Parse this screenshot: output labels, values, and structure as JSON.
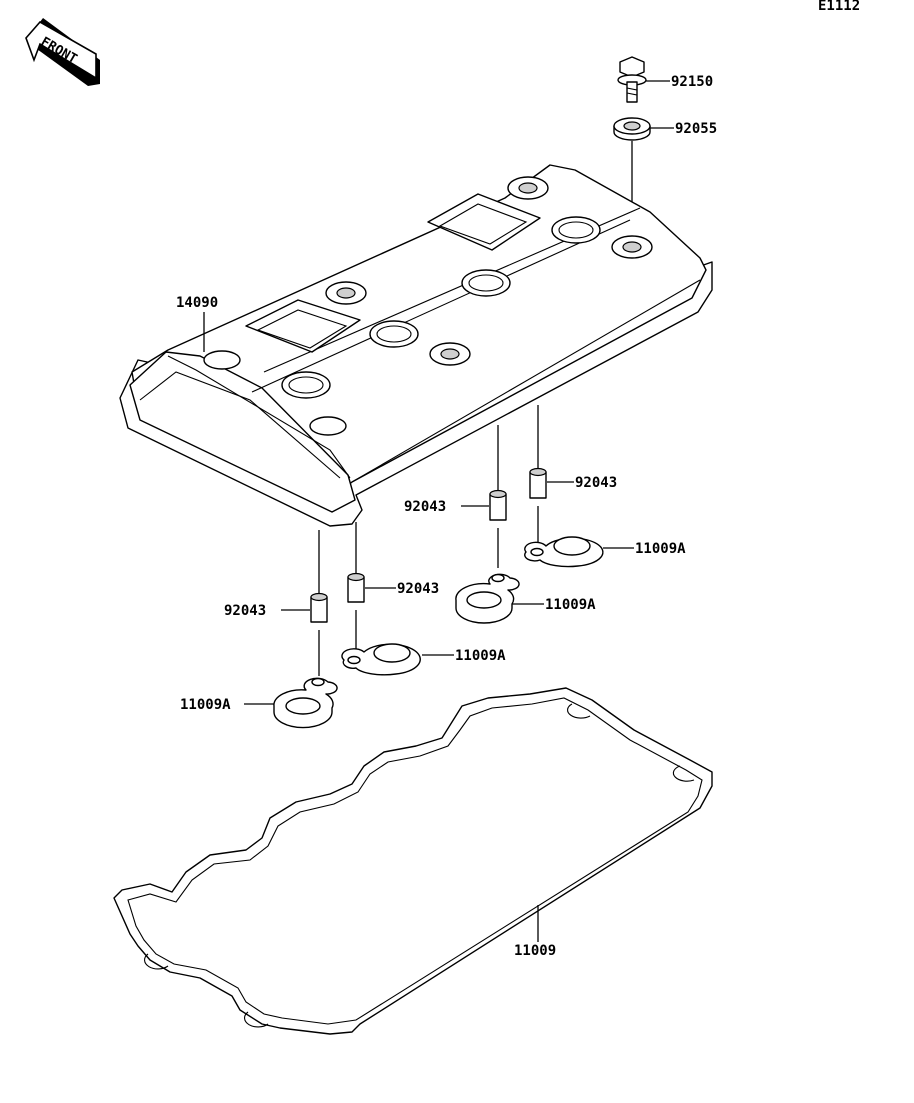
{
  "diagram_code": "E1112",
  "front_badge": "FRONT",
  "parts": {
    "bolt": "92150",
    "washer": "92055",
    "cover": "14090",
    "collar_right_upper": "92043",
    "collar_right_lower": "92043",
    "collar_left_upper": "92043",
    "collar_left_lower": "92043",
    "seal_right_upper": "11009A",
    "seal_right_lower": "11009A",
    "seal_left_upper": "11009A",
    "seal_left_lower": "11009A",
    "gasket": "11009"
  }
}
